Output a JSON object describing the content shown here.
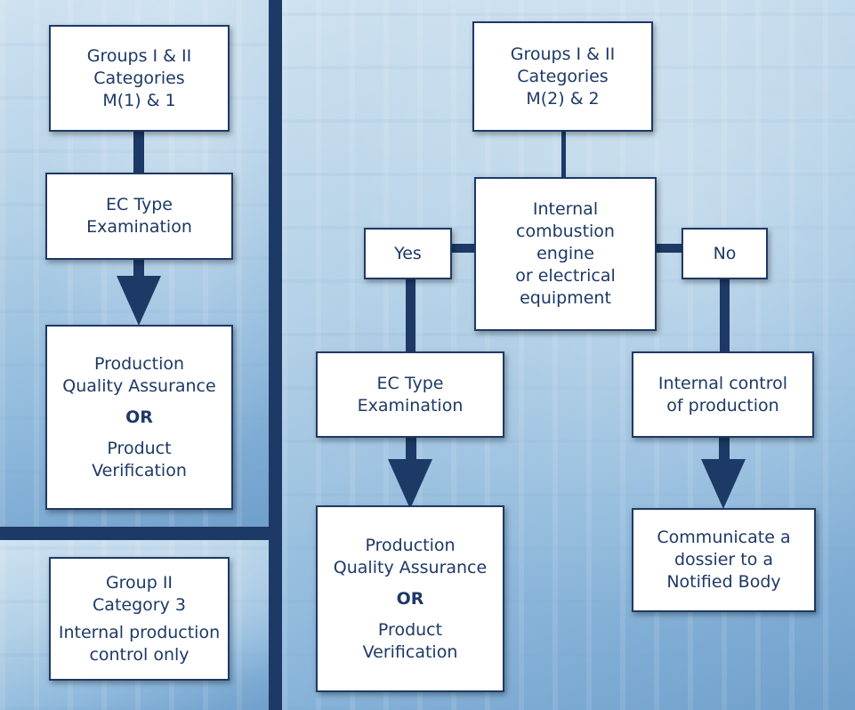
{
  "left": {
    "start_box": {
      "text": "Groups I & II\nCategories\nM(1) & 1"
    },
    "ec_box": {
      "text": "EC Type\nExamination"
    },
    "pqa_box": {
      "line1": "Production\nQuality Assurance",
      "or": "OR",
      "line2": "Product\nVerification"
    },
    "cat3_box": {
      "line1": "Group II\nCategory 3",
      "line2": "Internal production\ncontrol only"
    }
  },
  "right": {
    "start_box": {
      "text": "Groups I & II\nCategories\nM(2) & 2"
    },
    "decision_box": {
      "text": "Internal\ncombustion\nengine\nor electrical\nequipment"
    },
    "yes_label": "Yes",
    "no_label": "No",
    "ec_box": {
      "text": "EC Type\nExamination"
    },
    "internal_box": {
      "text": "Internal control\nof production"
    },
    "pqa_box": {
      "line1": "Production\nQuality Assurance",
      "or": "OR",
      "line2": "Product\nVerification"
    },
    "dossier_box": {
      "text": "Communicate a\ndossier to a\nNotified Body"
    }
  },
  "colors": {
    "navy": "#1d3966",
    "box": "#ffffff"
  }
}
